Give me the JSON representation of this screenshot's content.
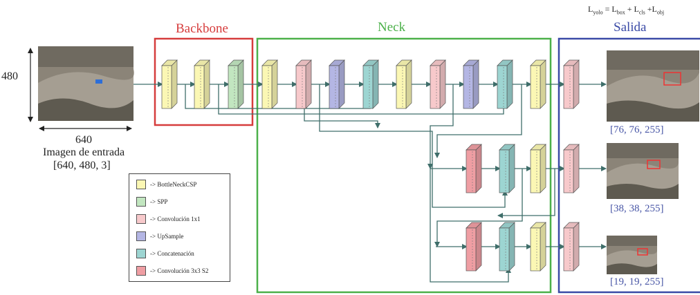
{
  "formula": {
    "lhs_base": "L",
    "lhs_sub": "yolo",
    "eq": " = ",
    "t1_base": "L",
    "t1_sub": "box",
    "plus1": " + ",
    "t2_base": "L",
    "t2_sub": "cls",
    "plus2": " +",
    "t3_base": "L",
    "t3_sub": "obj"
  },
  "sections": {
    "backbone": "Backbone",
    "neck": "Neck",
    "output": "Salida"
  },
  "section_colors": {
    "backbone": "#d63c3c",
    "neck": "#4bb049",
    "output": "#3a4aa6"
  },
  "input": {
    "height_label": "480",
    "width_label": "640",
    "caption": "Imagen de entrada",
    "shape": "[640, 480, 3]"
  },
  "outputs": {
    "large": "[76, 76, 255]",
    "medium": "[38, 38, 255]",
    "small": "[19, 19, 255]"
  },
  "legend": [
    {
      "label": "-> BottleNeckCSP",
      "color": "#fbf7b4"
    },
    {
      "label": "-> SPP",
      "color": "#c2e6c0"
    },
    {
      "label": "-> Convolución 1x1",
      "color": "#f7c9cb"
    },
    {
      "label": "-> UpSample",
      "color": "#b4b6e4"
    },
    {
      "label": "-> Concatenación",
      "color": "#9dd5d2"
    },
    {
      "label": "-> Convolución 3x3 S2",
      "color": "#ef9ea3"
    }
  ],
  "block_colors": {
    "csp": "#fbf7b4",
    "spp": "#c2e6c0",
    "conv1": "#f7c9cb",
    "up": "#b4b6e4",
    "concat": "#9dd5d2",
    "conv3": "#ef9ea3"
  },
  "arrow_color": "#3f6e6a"
}
